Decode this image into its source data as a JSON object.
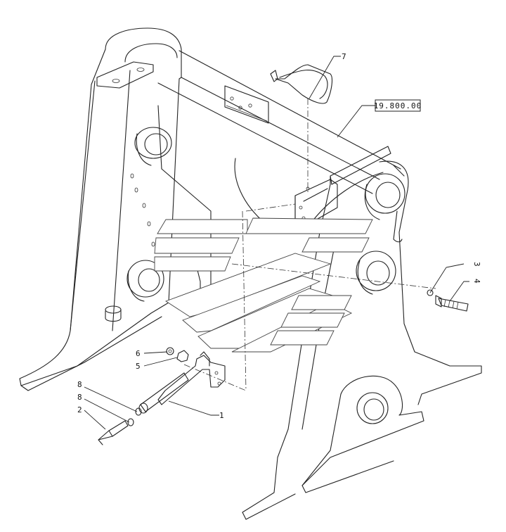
{
  "diagram": {
    "reference": "19.800.00",
    "callouts": {
      "item_1": "1",
      "item_2": "2",
      "item_5": "5",
      "item_6": "6",
      "item_7": "7",
      "item_8a": "8",
      "item_8b": "8",
      "item_3_vertical": "3",
      "item_4_vertical": "4"
    }
  }
}
